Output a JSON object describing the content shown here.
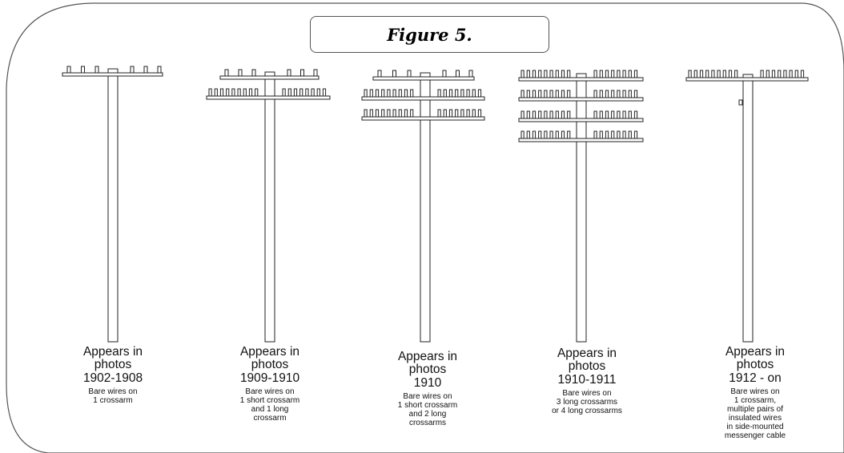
{
  "figure": {
    "title": "Figure 5."
  },
  "poles": [
    {
      "appears_lines": [
        "Appears in",
        "photos"
      ],
      "years": "1902-1908",
      "notes": [
        "Bare wires on",
        "1 crossarm"
      ]
    },
    {
      "appears_lines": [
        "Appears in",
        "photos"
      ],
      "years": "1909-1910",
      "notes": [
        "Bare wires on",
        "1 short crossarm",
        "and 1 long",
        "crossarm"
      ]
    },
    {
      "appears_lines": [
        "Appears in",
        "photos"
      ],
      "years": "1910",
      "notes": [
        "Bare wires on",
        "1 short crossarm",
        "and 2 long",
        "crossarms"
      ]
    },
    {
      "appears_lines": [
        "Appears in",
        "photos"
      ],
      "years": "1910-1911",
      "notes": [
        "Bare wires on",
        "3 long crossarms",
        "or 4 long crossarms"
      ]
    },
    {
      "appears_lines": [
        "Appears in",
        "photos"
      ],
      "years": "1912 - on",
      "notes": [
        "Bare wires on",
        "1 crossarm,",
        "multiple pairs of",
        "insulated wires",
        "in side-mounted",
        "messenger cable"
      ]
    }
  ],
  "pole_designs": [
    {
      "crossarms": [
        "short"
      ]
    },
    {
      "crossarms": [
        "short",
        "long"
      ]
    },
    {
      "crossarms": [
        "short",
        "long",
        "long"
      ]
    },
    {
      "crossarms": [
        "long",
        "long",
        "long",
        "long"
      ]
    },
    {
      "crossarms": [
        "long"
      ],
      "messenger_cable_bracket": true
    }
  ]
}
